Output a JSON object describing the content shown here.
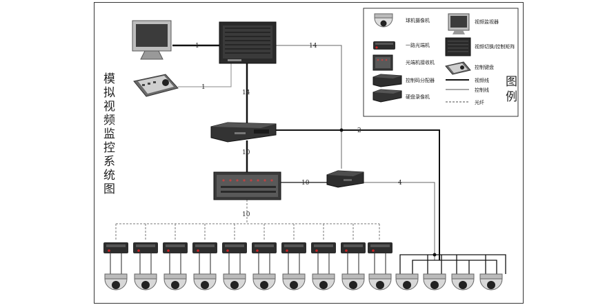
{
  "title_chars": [
    "模",
    "拟",
    "视",
    "频",
    "监",
    "控",
    "系",
    "统",
    "图"
  ],
  "link_labels": {
    "monitor_to_matrix": "1",
    "keyboard_to_matrix": "1",
    "matrix_to_dvr": "14",
    "matrix_to_fiber": "14",
    "bus_branch": "2",
    "dvr_to_distributor": "10",
    "distributor_to_controller": "10",
    "controller_to_cameras": "4",
    "distributor_to_receivers": "10"
  },
  "legend": {
    "title_chars": [
      "图",
      "例"
    ],
    "items": {
      "dome_camera": "球机摄像机",
      "monitor": "视频监视器",
      "fiber_tx": "一路光端机",
      "matrix": "视频切换/控制矩阵",
      "fiber_rx": "光端机接收机",
      "keyboard": "控制键盘",
      "code_distributor": "控制码分配器",
      "dvr": "硬盘录像机"
    },
    "line_types": {
      "video": "视频线",
      "control": "控制线",
      "fiber": "光纤"
    }
  },
  "colors": {
    "frame": "#333333",
    "line": "#111111",
    "device_dark": "#2a2a2a",
    "device_mid": "#555555",
    "camera_body": "#d8d8d8"
  }
}
